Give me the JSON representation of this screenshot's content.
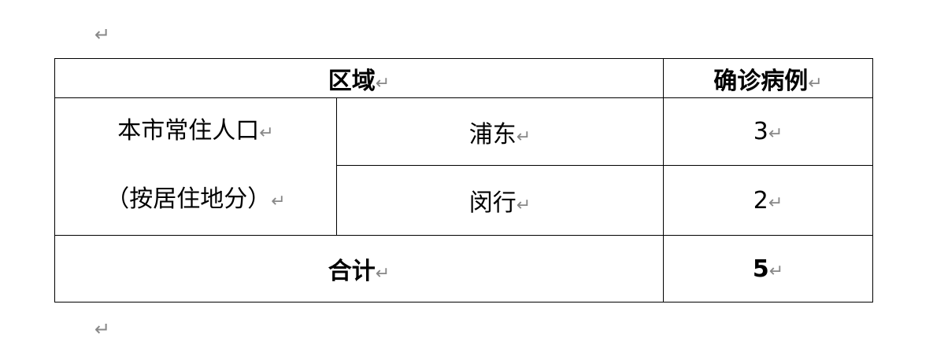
{
  "mark": "↵",
  "table": {
    "header": {
      "region": "区域",
      "cases": "确诊病例"
    },
    "group_label_1": "本市常住人口",
    "group_label_2": "（按居住地分）",
    "rows": [
      {
        "district": "浦东",
        "cases": "3"
      },
      {
        "district": "闵行",
        "cases": "2"
      }
    ],
    "total": {
      "label": "合计",
      "cases": "5"
    }
  }
}
